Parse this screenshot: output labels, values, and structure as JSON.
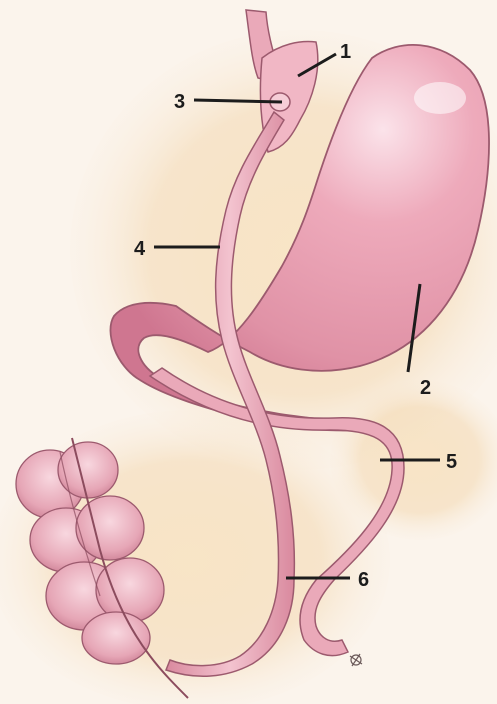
{
  "labels": {
    "l1": "1",
    "l2": "2",
    "l3": "3",
    "l4": "4",
    "l5": "5",
    "l6": "6"
  },
  "colors": {
    "background": "#fbf4ec",
    "wash_orange": "#e9b56a",
    "tissue_pink": "#e8a3b4",
    "tissue_pink_dark": "#c86e88",
    "outline": "#9c5a6e",
    "label_ink": "#1c1c1c"
  },
  "icons": {
    "signature": "artist-signature-mark"
  }
}
